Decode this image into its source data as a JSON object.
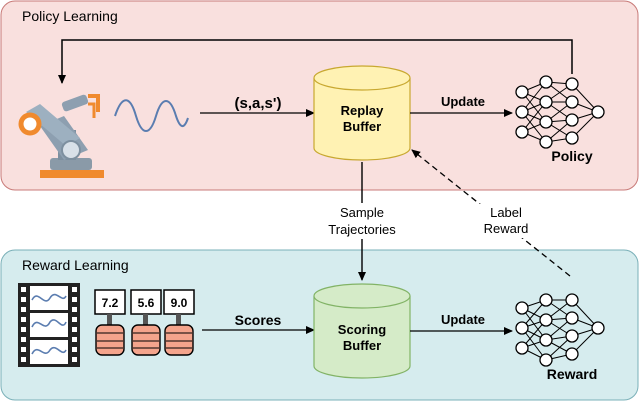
{
  "panels": {
    "policy_learning": {
      "title": "Policy Learning",
      "fill": "#f9e0de",
      "stroke": "#c87a78"
    },
    "reward_learning": {
      "title": "Reward Learning",
      "fill": "#d6ecee",
      "stroke": "#7ab0b8"
    }
  },
  "nodes": {
    "replay_buffer": {
      "line1": "Replay",
      "line2": "Buffer",
      "fill": "#fff2b3",
      "stroke": "#c8a830"
    },
    "scoring_buffer": {
      "line1": "Scoring",
      "line2": "Buffer",
      "fill": "#d5ebc8",
      "stroke": "#82b366"
    },
    "policy": {
      "label": "Policy"
    },
    "reward": {
      "label": "Reward"
    }
  },
  "edges": {
    "transition": "(s,a,s')",
    "update_policy": "Update",
    "update_reward": "Update",
    "sample_line1": "Sample",
    "sample_line2": "Trajectories",
    "label_line1": "Label",
    "label_line2": "Reward",
    "scores": "Scores"
  },
  "scores": [
    "7.2",
    "5.6",
    "9.0"
  ],
  "icons": [
    "robot-arm-icon",
    "wave-icon",
    "film-strip-icon",
    "hand-score-icon",
    "neural-network-icon"
  ]
}
